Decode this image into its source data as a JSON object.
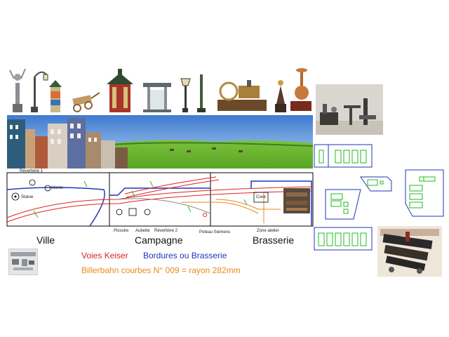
{
  "diagram": {
    "map_labels": {
      "reverbere1": "Réverbère 1",
      "morris": "Morris",
      "statue": "Statue",
      "cuve": "Cuve",
      "pissoire": "Pissoire",
      "aubette": "Aubette",
      "reverbere2": "Réverbère 2",
      "poteau": "Poteau Siemens",
      "zone": "Zone atelier"
    },
    "zones": {
      "ville": "Ville",
      "campagne": "Campagne",
      "brasserie": "Brasserie"
    },
    "legend": {
      "keiser": "Voies Keiser",
      "bordures": "Bordures ou Brasserie",
      "billerbahn": "Billerbahn courbes N° 009  =  rayon 282mm"
    },
    "colors": {
      "rails": "#dd2222",
      "borders": "#2233bb",
      "billerbahn": "#e88a1a",
      "green_outline": "#22bb22",
      "track_gray": "#888888"
    },
    "icons": [
      "statue-icon",
      "street-lamp-icon",
      "morris-column-icon",
      "cart-icon",
      "kiosk-icon",
      "aubette-icon",
      "lamp-post-icon",
      "pole-icon",
      "steam-engine-icon",
      "bell-device-icon",
      "boiler-icon"
    ]
  }
}
